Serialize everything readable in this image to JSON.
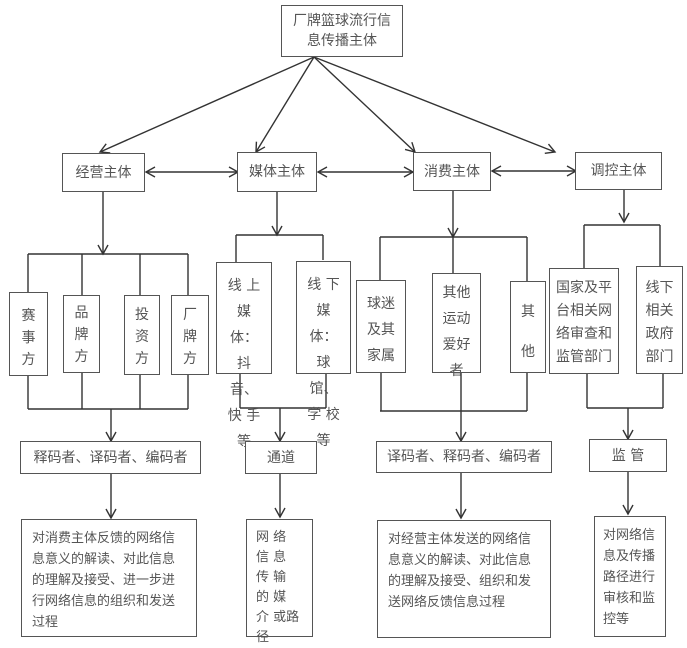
{
  "root": {
    "label": "厂牌篮球流行信息传播主体"
  },
  "subjects": [
    {
      "id": "business",
      "label": "经营主体"
    },
    {
      "id": "media",
      "label": "媒体主体"
    },
    {
      "id": "consumer",
      "label": "消费主体"
    },
    {
      "id": "regulator",
      "label": "调控主体"
    }
  ],
  "business_members": [
    "赛事方",
    "品牌方",
    "投资方",
    "厂牌方"
  ],
  "media_members": [
    "线 上媒体：抖音、快 手等",
    "线 下媒体：球馆、学 校等"
  ],
  "consumer_members": [
    "球迷及其家属",
    "其他运动爱好者",
    "其他"
  ],
  "regulator_members": [
    "国家及平台相关网络审查和监管部门",
    "线下相关政府部门"
  ],
  "roles": [
    {
      "id": "business-role",
      "label": "释码者、译码者、编码者"
    },
    {
      "id": "media-role",
      "label": "通道"
    },
    {
      "id": "consumer-role",
      "label": "译码者、释码者、编码者"
    },
    {
      "id": "regulator-role",
      "label": "监 管"
    }
  ],
  "descriptions": [
    {
      "id": "business-desc",
      "text": "对消费主体反馈的网络信息意义的解读、对此信息的理解及接受、进一步进行网络信息的组织和发送过程"
    },
    {
      "id": "media-desc",
      "text": "网 络 信 息 传 输 的 媒 介 或路径"
    },
    {
      "id": "consumer-desc",
      "text": "对经营主体发送的网络信息意义的解读、对此信息的理解及接受、组织和发送网络反馈信息过程"
    },
    {
      "id": "regulator-desc",
      "text": "对网络信息及传播路径进行审核和监控等"
    }
  ]
}
